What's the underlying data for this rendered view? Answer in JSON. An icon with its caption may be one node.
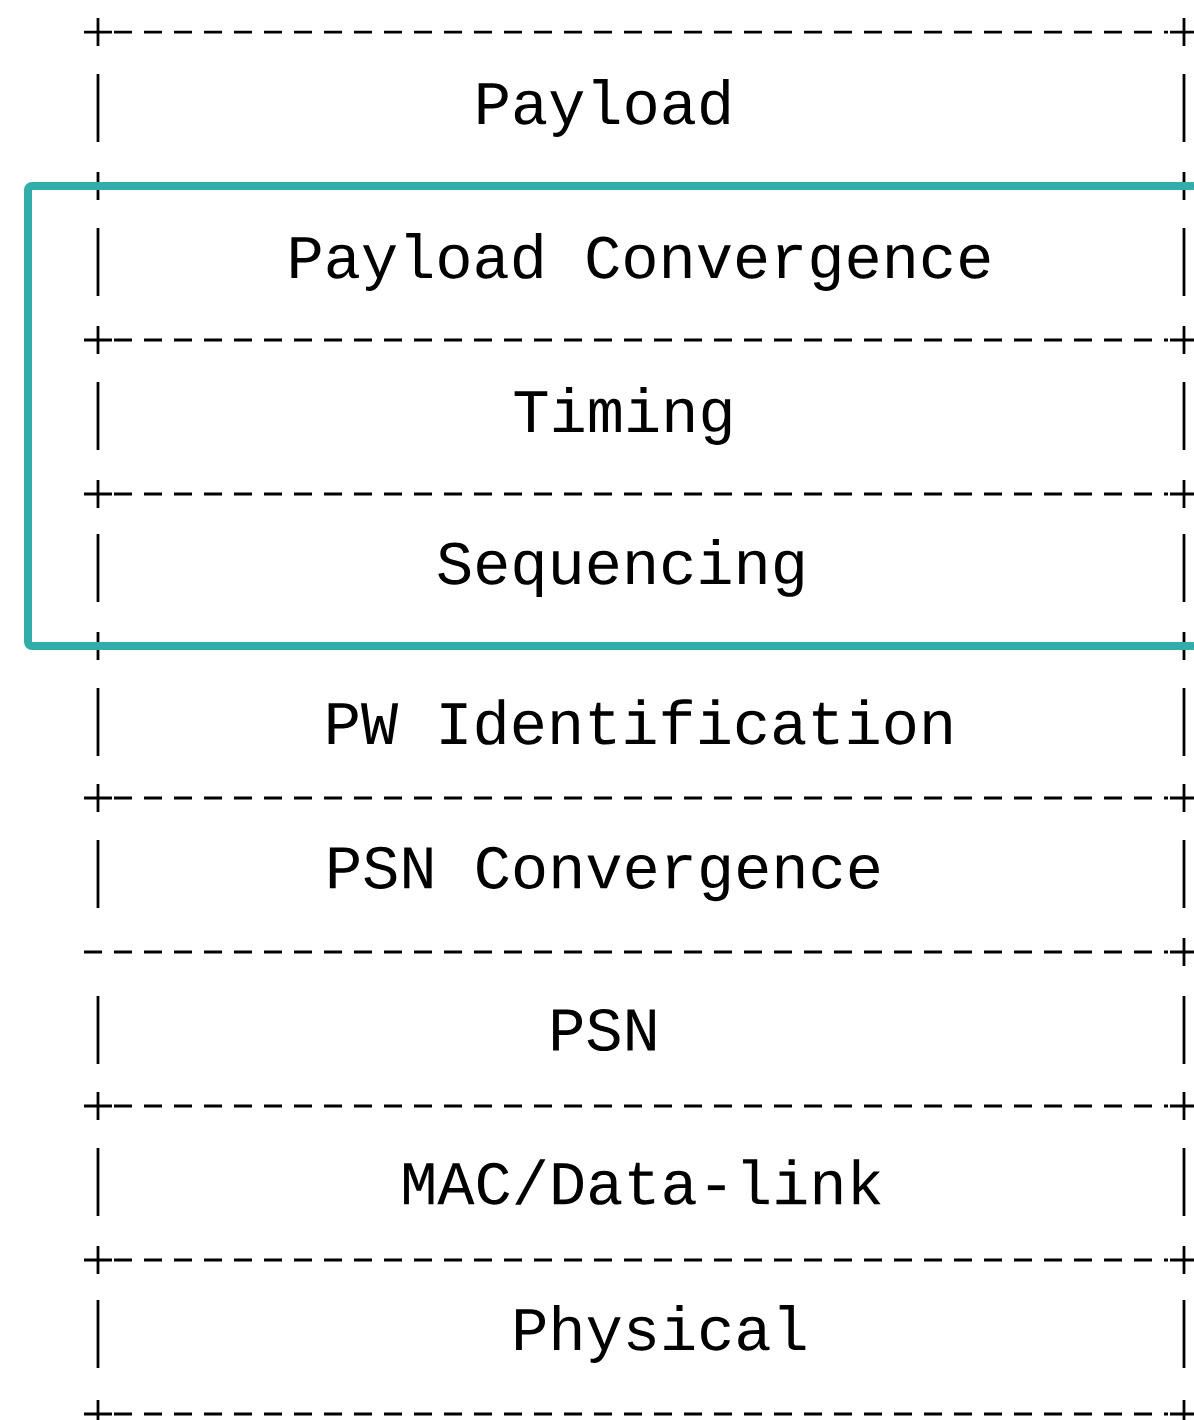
{
  "diagram": {
    "nodes": [
      {
        "text": [
          "Payload"
        ]
      },
      {
        "text": [],
        "shape": "box"
      },
      {
        "text": [
          "Payload Convergence"
        ],
        "in": 1
      },
      {
        "text": [
          "Timing"
        ],
        "in": 1
      },
      {
        "text": [
          "Sequencing"
        ],
        "in": 1
      },
      {
        "text": [
          "PW Identification"
        ]
      },
      {
        "text": [
          "PSN Convergence"
        ]
      },
      {
        "text": [
          "PSN"
        ]
      },
      {
        "text": [
          "MAC/Data-link"
        ]
      },
      {
        "text": [
          "Physical"
        ]
      }
    ]
  }
}
